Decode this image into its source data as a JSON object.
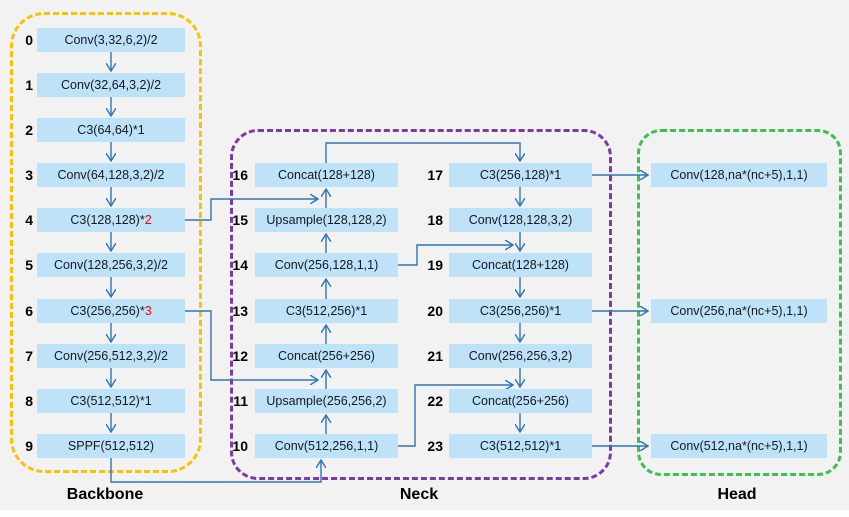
{
  "diagram_title": "YOLOv5 architecture diagram",
  "colors": {
    "background": "#f2f2f2",
    "box_fill": "#bee3f9",
    "arrow_blue": "#2e75b6",
    "backbone_border_gold": "#fdc101",
    "neck_border_purple": "#7c3aa6",
    "head_border_green": "#3fbf50",
    "highlight_red": "#ff0000"
  },
  "backbone": {
    "label": "Backbone",
    "layers": [
      {
        "num": "0",
        "label": "Conv(3,32,6,2)/2",
        "red": ""
      },
      {
        "num": "1",
        "label": "Conv(32,64,3,2)/2",
        "red": ""
      },
      {
        "num": "2",
        "label": "C3(64,64)*1",
        "red": ""
      },
      {
        "num": "3",
        "label": "Conv(64,128,3,2)/2",
        "red": ""
      },
      {
        "num": "4",
        "label": "C3(128,128)*",
        "red": "2"
      },
      {
        "num": "5",
        "label": "Conv(128,256,3,2)/2",
        "red": ""
      },
      {
        "num": "6",
        "label": "C3(256,256)*",
        "red": "3"
      },
      {
        "num": "7",
        "label": "Conv(256,512,3,2)/2",
        "red": ""
      },
      {
        "num": "8",
        "label": "C3(512,512)*1",
        "red": ""
      },
      {
        "num": "9",
        "label": "SPPF(512,512)",
        "red": ""
      }
    ]
  },
  "neck": {
    "label": "Neck",
    "left_column": [
      {
        "num": "16",
        "label": "Concat(128+128)"
      },
      {
        "num": "15",
        "label": "Upsample(128,128,2)"
      },
      {
        "num": "14",
        "label": "Conv(256,128,1,1)"
      },
      {
        "num": "13",
        "label": "C3(512,256)*1"
      },
      {
        "num": "12",
        "label": "Concat(256+256)"
      },
      {
        "num": "11",
        "label": "Upsample(256,256,2)"
      },
      {
        "num": "10",
        "label": "Conv(512,256,1,1)"
      }
    ],
    "right_column": [
      {
        "num": "17",
        "label": "C3(256,128)*1"
      },
      {
        "num": "18",
        "label": "Conv(128,128,3,2)"
      },
      {
        "num": "19",
        "label": "Concat(128+128)"
      },
      {
        "num": "20",
        "label": "C3(256,256)*1"
      },
      {
        "num": "21",
        "label": "Conv(256,256,3,2)"
      },
      {
        "num": "22",
        "label": "Concat(256+256)"
      },
      {
        "num": "23",
        "label": "C3(512,512)*1"
      }
    ]
  },
  "head": {
    "label": "Head",
    "layers": [
      {
        "label": "Conv(128,na*(nc+5),1,1)"
      },
      {
        "label": "Conv(256,na*(nc+5),1,1)"
      },
      {
        "label": "Conv(512,na*(nc+5),1,1)"
      }
    ]
  }
}
